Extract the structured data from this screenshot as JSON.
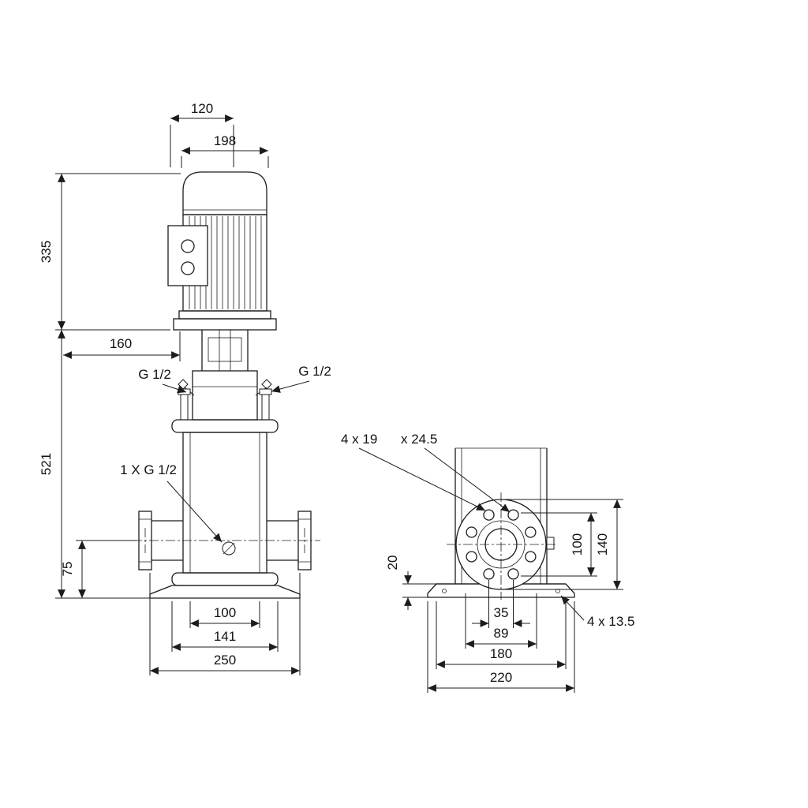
{
  "front_view": {
    "d120": "120",
    "d198": "198",
    "d335": "335",
    "d160": "160",
    "d521": "521",
    "d75": "75",
    "d100": "100",
    "d141": "141",
    "d250": "250",
    "port_left": "G 1/2",
    "port_right": "G 1/2",
    "drain_port": "1 X G 1/2"
  },
  "side_view": {
    "flange_holes": "4 x 19",
    "flange_counterbore": "x 24.5",
    "d20": "20",
    "d100": "100",
    "d140": "140",
    "d35": "35",
    "d89": "89",
    "d180": "180",
    "d220": "220",
    "base_holes": "4 x 13.5"
  }
}
